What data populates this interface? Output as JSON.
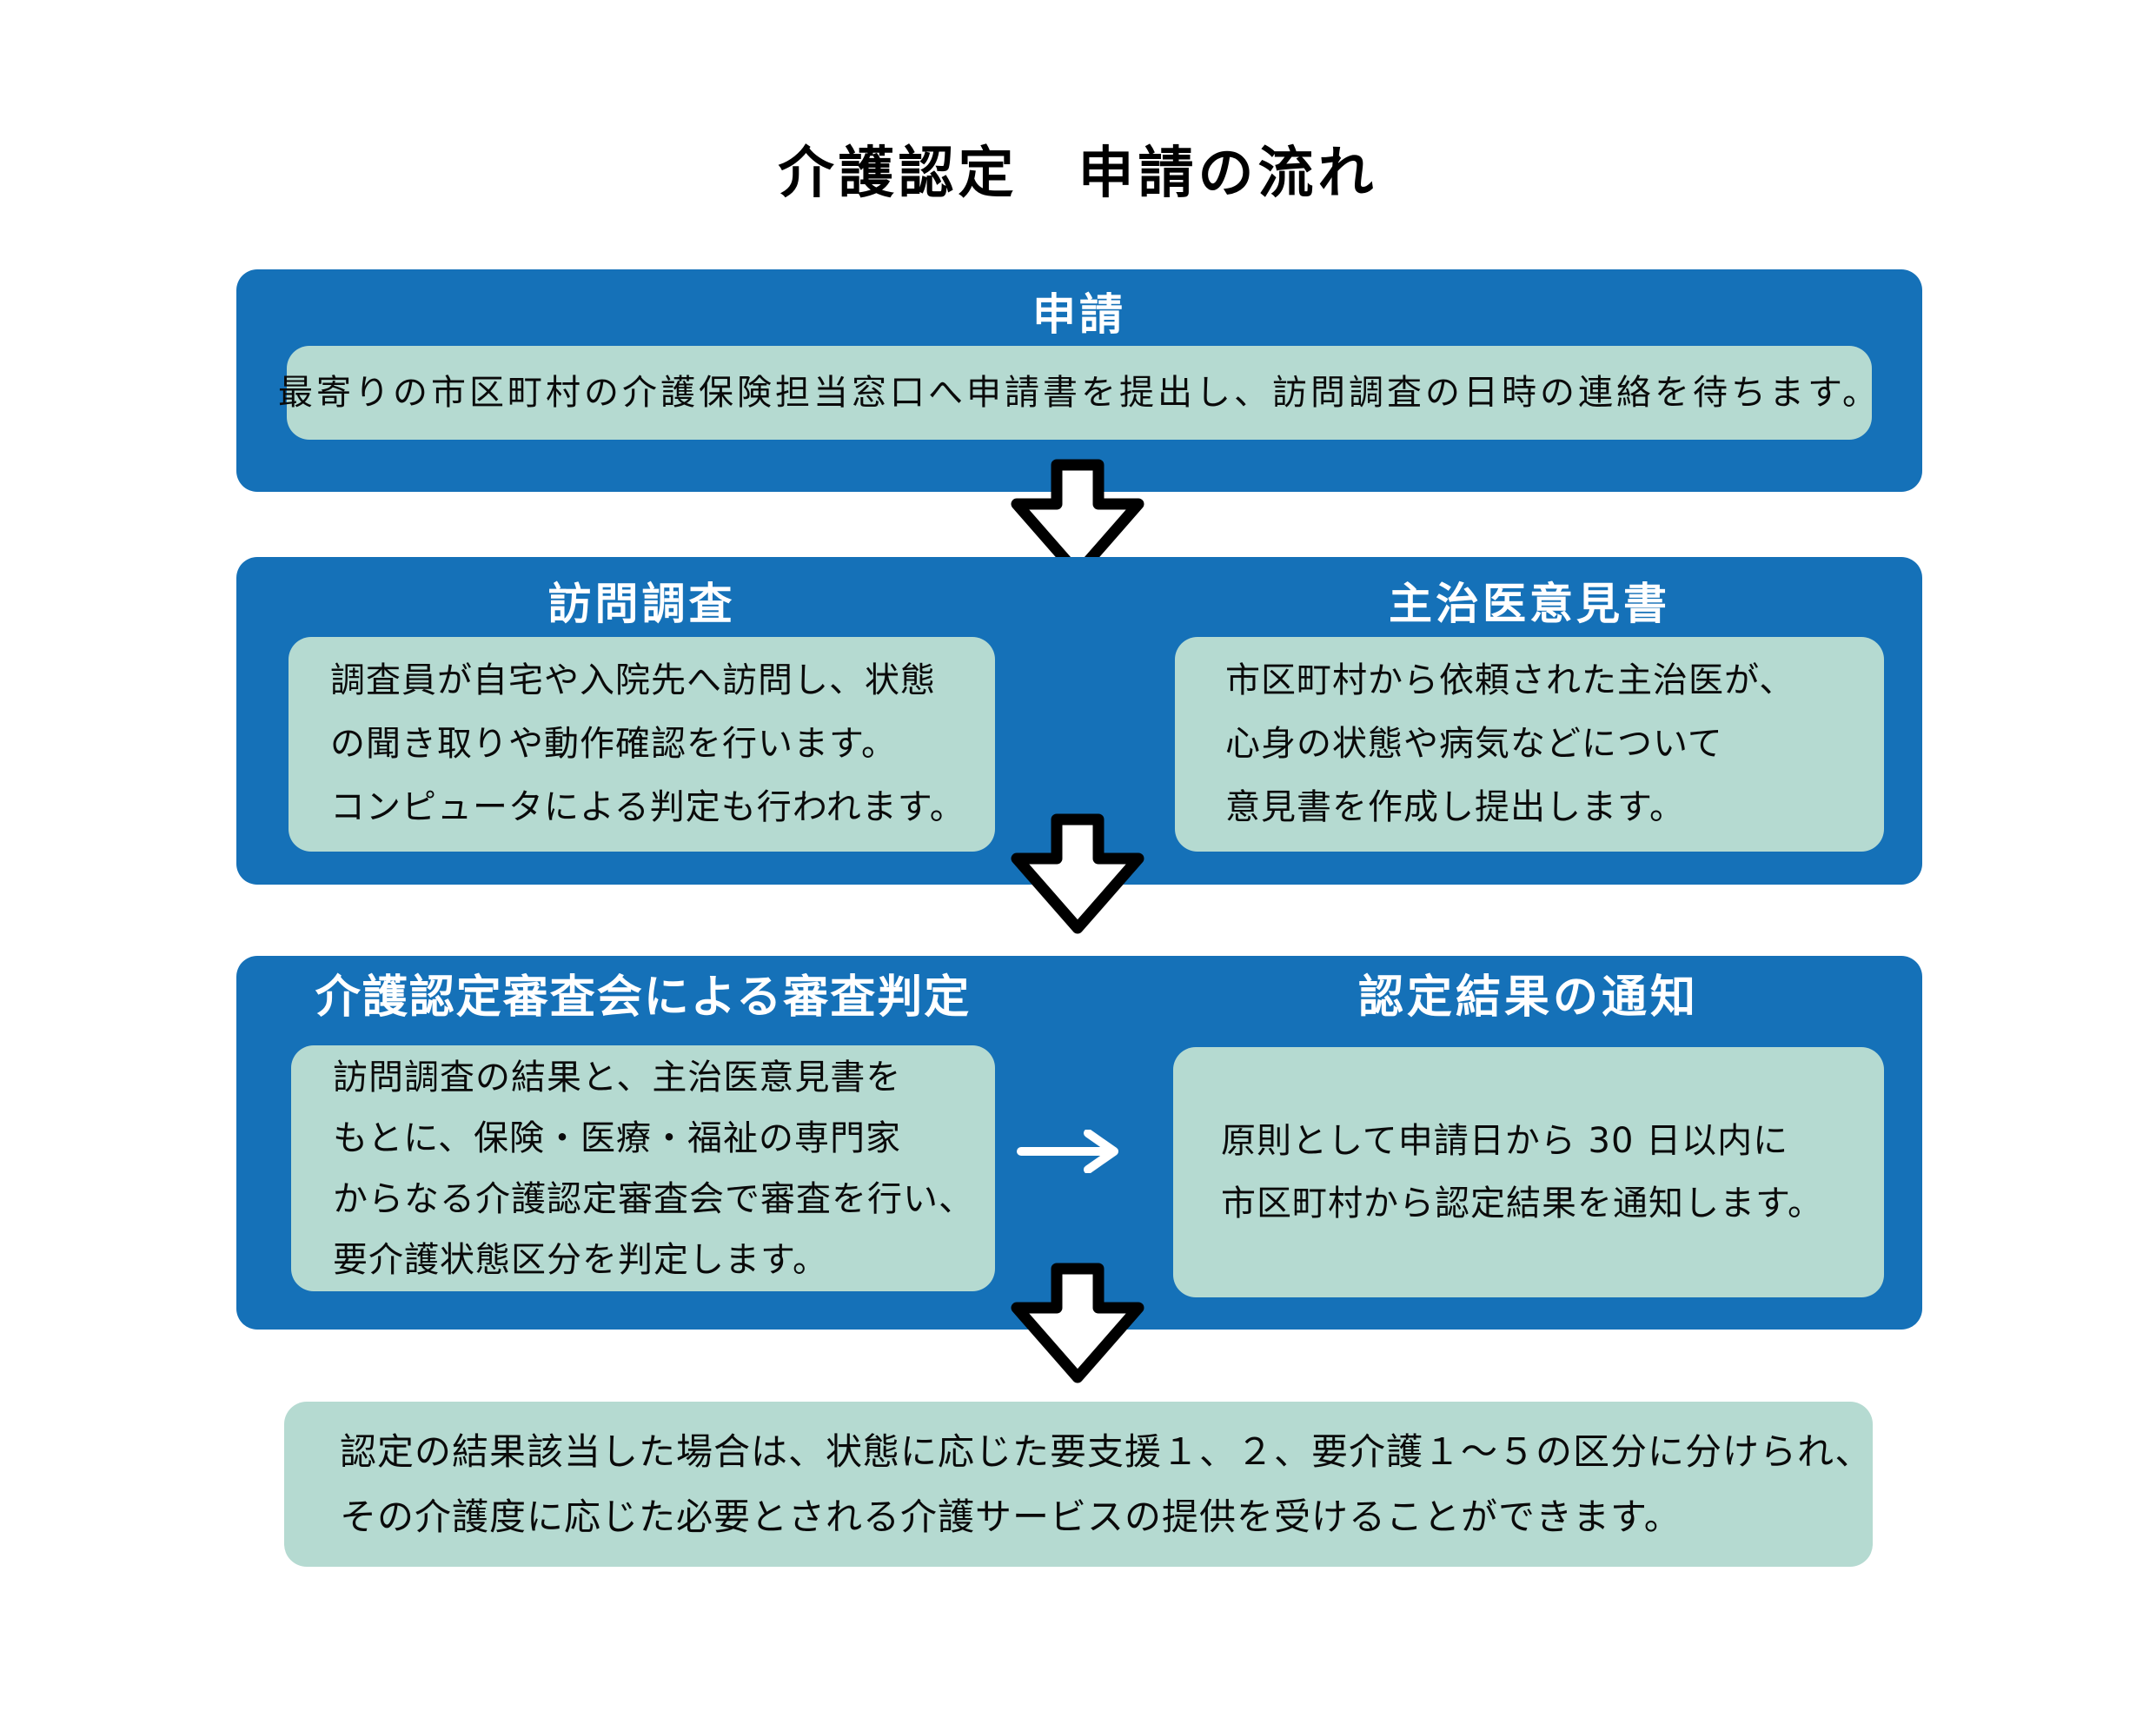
{
  "title": "介護認定　申請の流れ",
  "colors": {
    "box_blue": "#1571B8",
    "box_green": "#B5DAD1",
    "header_text": "#FFFFFF",
    "body_text": "#0A0A0A",
    "arrow_fill": "#FFFFFF",
    "arrow_outline": "#000000",
    "background": "#FFFFFF"
  },
  "sections": {
    "application": {
      "header": "申請",
      "body": "最寄りの市区町村の介護保険担当窓口へ申請書を提出し、訪問調査の日時の連絡を待ちます。"
    },
    "visit_survey": {
      "header": "訪問調査",
      "body_lines": [
        "調査員が自宅や入院先へ訪問し、状態",
        "の聞き取りや動作確認を行います。",
        "コンピュータによる判定も行われます。"
      ]
    },
    "doctor_opinion": {
      "header": "主治医意見書",
      "body_lines": [
        "市区町村から依頼された主治医が、",
        "心身の状態や病気などについて",
        "意見書を作成し提出します。"
      ]
    },
    "review_judgement": {
      "header": "介護認定審査会による審査判定",
      "body_lines": [
        "訪問調査の結果と、主治医意見書を",
        "もとに、保険・医療・福祉の専門家",
        "からなる介護認定審査会で審査を行い、",
        "要介護状態区分を判定します。"
      ]
    },
    "result_notice": {
      "header": "認定結果の通知",
      "body_lines": [
        "原則として申請日から 30 日以内に",
        "市区町村から認定結果を通知します。"
      ]
    },
    "final_note": {
      "body_lines": [
        "認定の結果該当した場合は、状態に応じた要支援１、２、要介護１～５の区分に分けられ、",
        "その介護度に応じた必要とされる介護サービスの提供を受けることができます。"
      ]
    }
  }
}
